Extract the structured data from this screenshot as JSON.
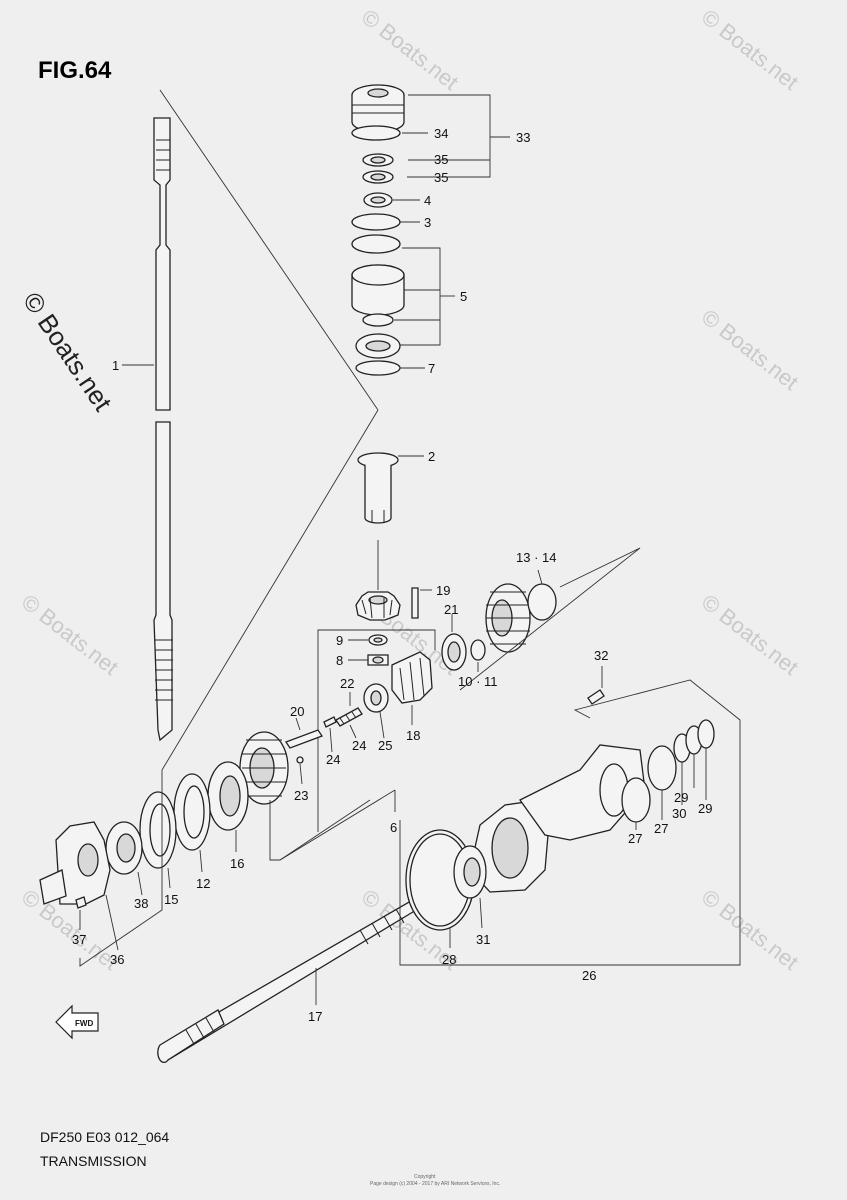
{
  "figure": {
    "title": "FIG.64",
    "model_code": "DF250 E03 012_064",
    "section": "TRANSMISSION",
    "fwd_arrow_label": "FWD"
  },
  "watermark": {
    "side_text": "© Boats.net",
    "tile_text": "© Boats.net"
  },
  "copyright": {
    "line1": "Copyright",
    "line2": "Page design (c) 2004 - 2017 by ARI Network Services, Inc."
  },
  "callouts": [
    {
      "id": "c1",
      "text": "1"
    },
    {
      "id": "c2",
      "text": "2"
    },
    {
      "id": "c3",
      "text": "3"
    },
    {
      "id": "c4",
      "text": "4"
    },
    {
      "id": "c5",
      "text": "5"
    },
    {
      "id": "c6",
      "text": "6"
    },
    {
      "id": "c7",
      "text": "7"
    },
    {
      "id": "c8",
      "text": "8"
    },
    {
      "id": "c9",
      "text": "9"
    },
    {
      "id": "c10",
      "text": "10 · 11"
    },
    {
      "id": "c12",
      "text": "12"
    },
    {
      "id": "c13",
      "text": "13 · 14"
    },
    {
      "id": "c15",
      "text": "15"
    },
    {
      "id": "c16",
      "text": "16"
    },
    {
      "id": "c17",
      "text": "17"
    },
    {
      "id": "c18",
      "text": "18"
    },
    {
      "id": "c19",
      "text": "19"
    },
    {
      "id": "c20",
      "text": "20"
    },
    {
      "id": "c21",
      "text": "21"
    },
    {
      "id": "c22",
      "text": "22"
    },
    {
      "id": "c23",
      "text": "23"
    },
    {
      "id": "c24a",
      "text": "24"
    },
    {
      "id": "c24b",
      "text": "24"
    },
    {
      "id": "c25",
      "text": "25"
    },
    {
      "id": "c26",
      "text": "26"
    },
    {
      "id": "c27a",
      "text": "27"
    },
    {
      "id": "c27b",
      "text": "27"
    },
    {
      "id": "c28",
      "text": "28"
    },
    {
      "id": "c29a",
      "text": "29"
    },
    {
      "id": "c29b",
      "text": "29"
    },
    {
      "id": "c30",
      "text": "30"
    },
    {
      "id": "c31",
      "text": "31"
    },
    {
      "id": "c32",
      "text": "32"
    },
    {
      "id": "c33",
      "text": "33"
    },
    {
      "id": "c34",
      "text": "34"
    },
    {
      "id": "c35a",
      "text": "35"
    },
    {
      "id": "c35b",
      "text": "35"
    },
    {
      "id": "c36",
      "text": "36"
    },
    {
      "id": "c37",
      "text": "37"
    },
    {
      "id": "c38",
      "text": "38"
    }
  ]
}
